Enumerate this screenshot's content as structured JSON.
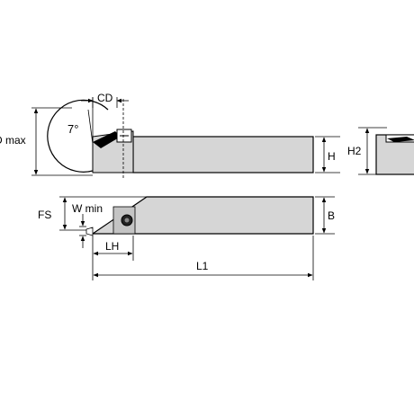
{
  "labels": {
    "cd": "CD",
    "angle": "7°",
    "d_max": "D max",
    "h": "H",
    "h2": "H2",
    "fs": "FS",
    "w_min": "W min",
    "b": "B",
    "lh": "LH",
    "l1": "L1"
  },
  "colors": {
    "body_fill": "#d6d6d6",
    "line": "#000000",
    "background": "#ffffff"
  }
}
